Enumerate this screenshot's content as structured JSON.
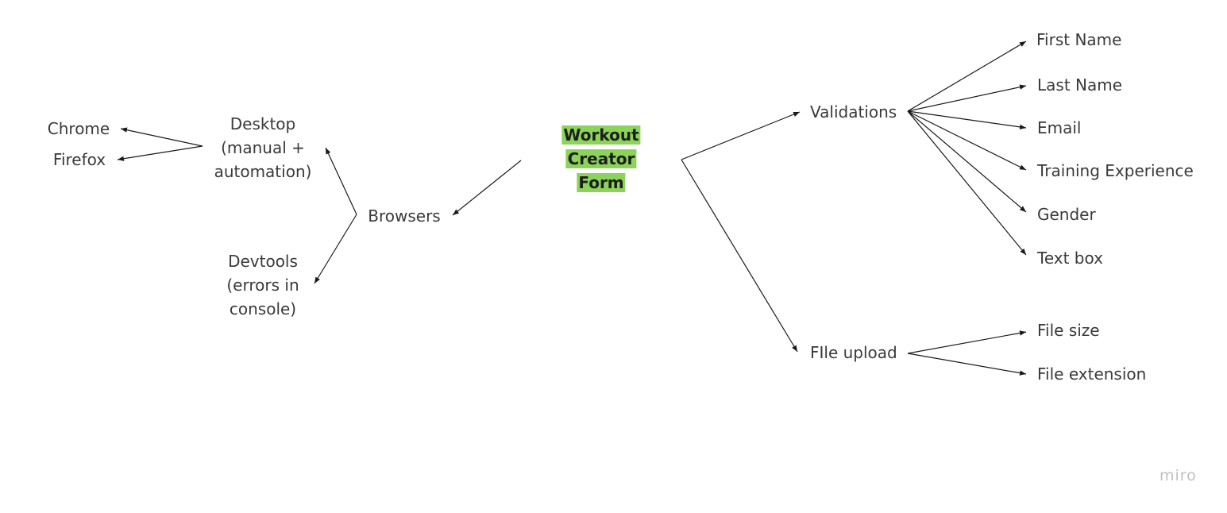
{
  "center": {
    "line1": "Workout",
    "line2": "Creator",
    "line3": "Form"
  },
  "left": {
    "browsers": "Browsers",
    "desktop": {
      "line1": "Desktop",
      "line2": "(manual +",
      "line3": "automation)"
    },
    "devtools": {
      "line1": "Devtools",
      "line2": "(errors in",
      "line3": "console)"
    },
    "chrome": "Chrome",
    "firefox": "Firefox"
  },
  "right": {
    "validations": "Validations",
    "validation_items": [
      "First Name",
      "Last Name",
      "Email",
      "Training Experience",
      "Gender",
      "Text box"
    ],
    "file_upload": "FIle upload",
    "file_items": [
      "File size",
      "File extension"
    ]
  },
  "brand": "miro",
  "colors": {
    "highlight": "#8bd35a",
    "text": "#3a3a3a",
    "line": "#1a1a1a"
  }
}
